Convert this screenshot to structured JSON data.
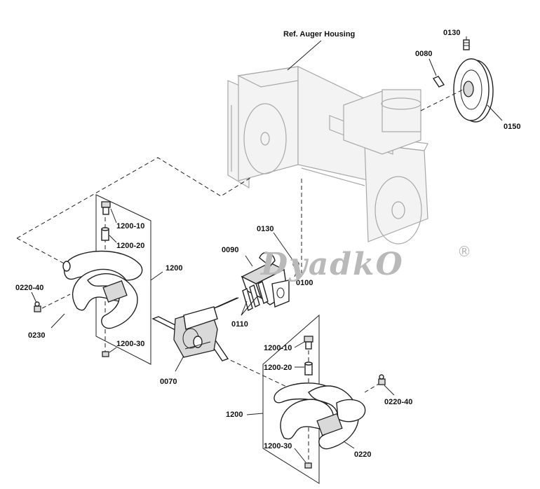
{
  "diagram": {
    "labels": {
      "ref_auger_housing": "Ref. Auger Housing",
      "p0130_top": "0130",
      "p0080": "0080",
      "p0150": "0150",
      "p1200_10_left": "1200-10",
      "p1200_20_left": "1200-20",
      "p1200_left": "1200",
      "p0220_40_left": "0220-40",
      "p0230": "0230",
      "p1200_30_left": "1200-30",
      "p0130_mid": "0130",
      "p0090": "0090",
      "p0100": "0100",
      "p0110": "0110",
      "p0070": "0070",
      "p1200_10_right": "1200-10",
      "p1200_20_right": "1200-20",
      "p1200_right": "1200",
      "p0220_40_right": "0220-40",
      "p0220": "0220",
      "p1200_30_right": "1200-30"
    },
    "watermark": {
      "text": "DyadkO",
      "mark": "®"
    }
  }
}
